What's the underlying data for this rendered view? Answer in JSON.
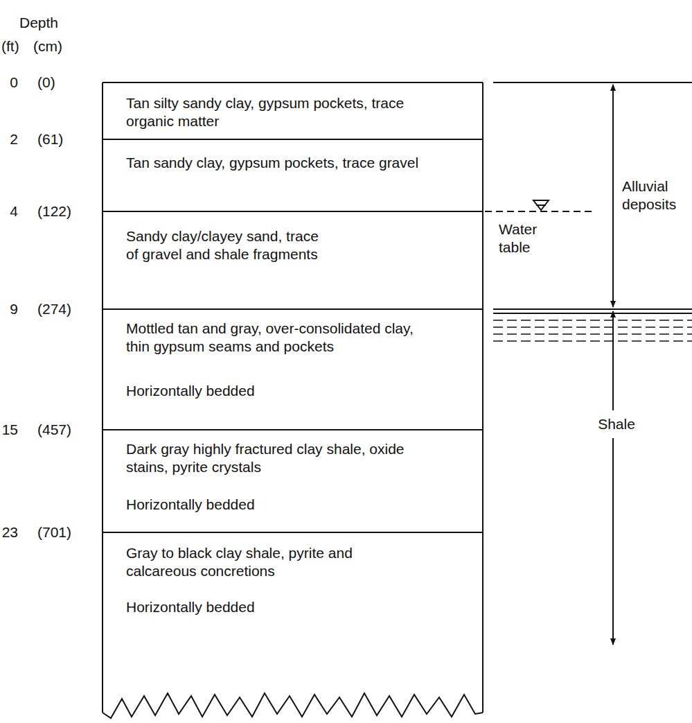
{
  "diagram": {
    "nodes": [
      {
        "text": [
          "Tan silty sandy clay, gypsum pockets, trace organic matter"
        ]
      },
      {
        "text": [
          "Tan sandy clay, gypsum pockets, trace gravel"
        ]
      },
      {
        "text": [
          "Sandy clay/clayey sand, trace of gravel and shale fragments"
        ]
      },
      {
        "text": [
          "Mottled tan and gray, over-consolidated clay, thin gypsum seams and pockets",
          "Horizontally bedded"
        ]
      },
      {
        "text": [
          "Dark gray highly fractured clay shale, oxide stains, pyrite crystals",
          "Horizontally bedded"
        ]
      },
      {
        "text": [
          "Gray to black clay shale, pyrite and calcareous concretions",
          "Horizontally bedded"
        ]
      }
    ],
    "labels": [
      "Depth",
      "(ft)",
      "(cm)",
      "0",
      "(0)",
      "2",
      "(61)",
      "4",
      "(122)",
      "9",
      "(274)",
      "15",
      "(457)",
      "23",
      "(701)",
      "Alluvial deposits",
      "Water table",
      "Shale"
    ]
  }
}
